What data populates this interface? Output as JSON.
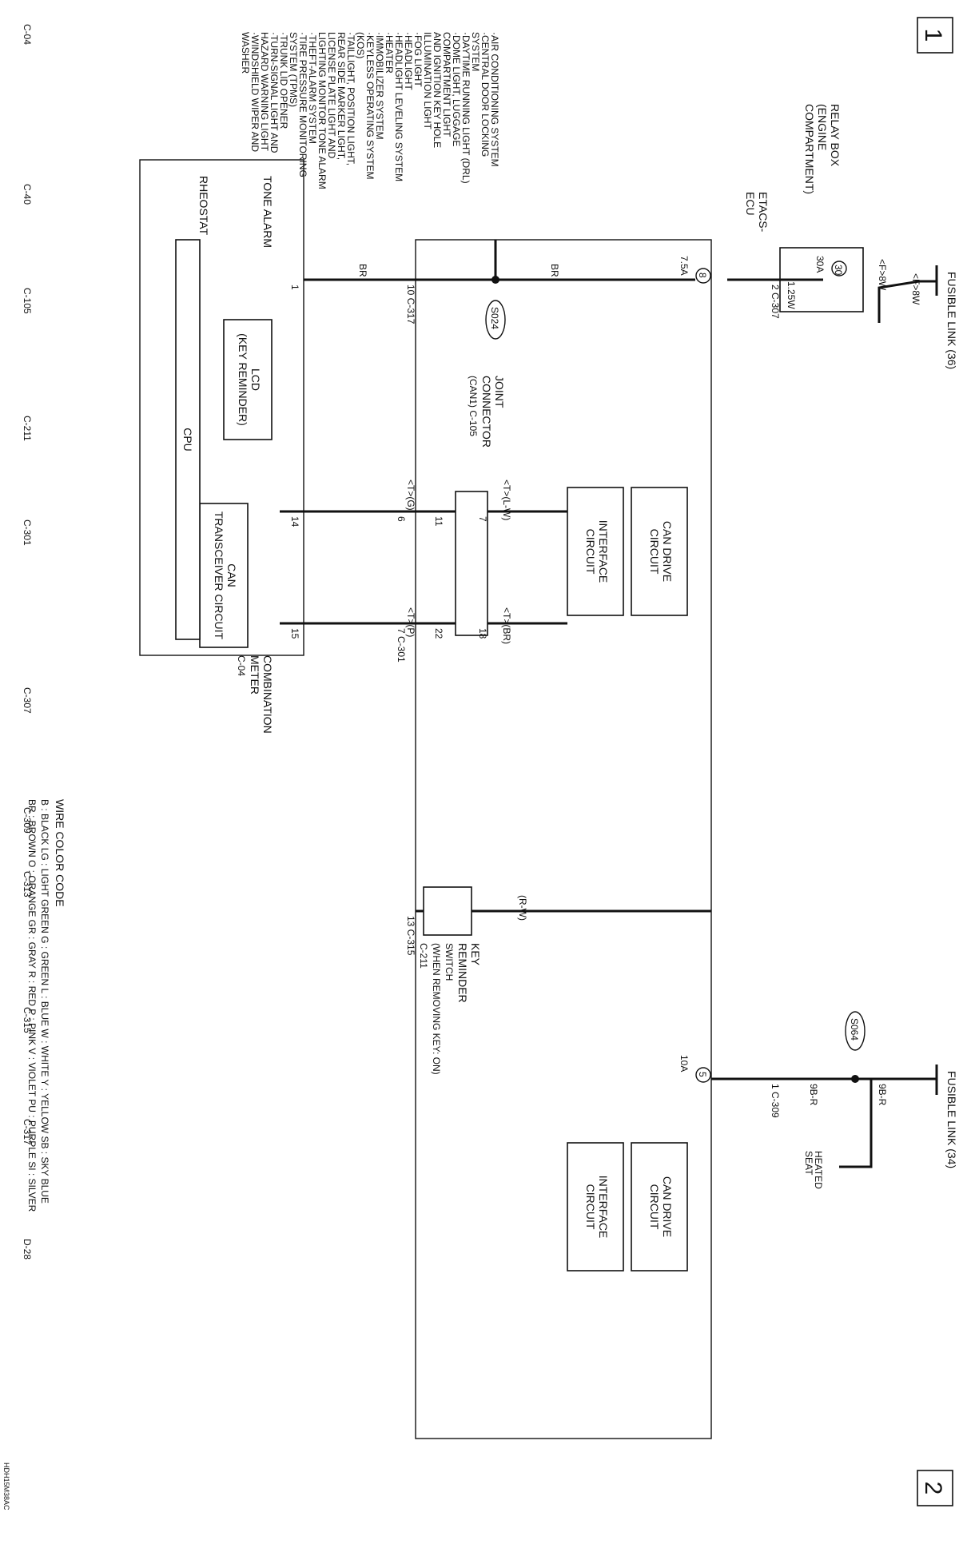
{
  "page_markers": [
    "1",
    "2"
  ],
  "drawing_id": "HDH15M38AC",
  "top_section": {
    "fusible_link_36": "FUSIBLE LINK (36)",
    "wire_f8w_a": "<F>8W",
    "wire_f8w_b": "<F>8W",
    "relay_box": "RELAY BOX",
    "relay_box_sub1": "(ENGINE",
    "relay_box_sub2": "COMPARTMENT)",
    "fuse_30_num": "30",
    "fuse_30_rating": "30A",
    "wire_125w": "1.25W",
    "c307_pin": "2 C-307"
  },
  "ecu": {
    "label_line1": "ETACS-",
    "label_line2": "ECU",
    "fuse_8_num": "8",
    "fuse_8_rating": "7.5A",
    "fuse_5_num": "5",
    "fuse_5_rating": "10A",
    "c317_pin_10": "10 C-317",
    "can_drive": "CAN DRIVE",
    "circuit": "CIRCUIT",
    "interface": "INTERFACE",
    "wire_br": "BR",
    "splice_s024": "S024"
  },
  "can_left": {
    "wire_lw": "<T>(L-W)",
    "wire_br": "<T>(BR)",
    "wire_g": "<T>(G)",
    "wire_p": "<T>(P)",
    "c301_pin_6": "6",
    "c301_pin_7": "7 C-301",
    "joint_connector": "JOINT",
    "joint_connector_2": "CONNECTOR",
    "joint_connector_code": "(CAN1) C-105",
    "pin_11": "11",
    "pin_22": "22",
    "pin_7": "7",
    "pin_18": "18"
  },
  "meter": {
    "label_1": "COMBINATION",
    "label_2": "METER",
    "code": "C-04",
    "pin_1": "1",
    "pin_14": "14",
    "pin_15": "15",
    "can_transceiver": "CAN",
    "transceiver_circuit": "TRANSCEIVER CIRCUIT",
    "cpu": "CPU",
    "lcd": "LCD",
    "key_reminder": "(KEY REMINDER)",
    "tone_alarm": "TONE ALARM",
    "rheostat": "RHEOSTAT"
  },
  "systems": [
    "·AIR CONDITIONING SYSTEM",
    "·CENTRAL DOOR LOCKING",
    " SYSTEM",
    "·DAYTIME RUNNING LIGHT (DRL)",
    "·DOME LIGHT, LUGGAGE",
    " COMPARTMENT LIGHT",
    " AND IGNITION KEY HOLE",
    " ILLUMINATION LIGHT",
    "·FOG LIGHT",
    "·HEADLIGHT",
    "·HEADLIGHT LEVELING SYSTEM",
    "·HEATER",
    "·IMMOBILIZER SYSTEM",
    "·KEYLESS OPERATING SYSTEM",
    " (KOS)",
    "·TAILLIGHT, POSITION LIGHT,",
    " REAR SIDE MARKER LIGHT,",
    " LICENSE PLATE LIGHT AND",
    " LIGHTING MONITOR TONE ALARM",
    "·THEFT-ALARM SYSTEM",
    "·TIRE PRESSURE MONITORING",
    " SYSTEM (TPMS)",
    "·TRUNK LID OPENER",
    "·TURN-SIGNAL LIGHT AND",
    " HAZARD WARNING LIGHT",
    "·WINDSHIELD WIPER AND",
    " WASHER"
  ],
  "right_section": {
    "fusible_link_34": "FUSIBLE LINK (34)",
    "wire_9br": "9B-R",
    "splice_s064": "S064",
    "heated_seat": "HEATED",
    "seat": "SEAT",
    "c309_pin_1": "1 C-309",
    "c315_pin_13": "13 C-315",
    "wire_rw": "(R-W)",
    "key_reminder_1": "KEY",
    "key_reminder_2": "REMINDER",
    "key_reminder_3": "SWITCH",
    "key_reminder_4": "(WHEN REMOVING KEY: ON)",
    "key_reminder_code": "C-211"
  },
  "legend": {
    "title": "WIRE COLOR CODE",
    "row_1": "B : BLACK   LG : LIGHT GREEN   G : GREEN   L : BLUE   W : WHITE   Y : YELLOW   SB : SKY BLUE",
    "row_2": "BR : BROWN   O : ORANGE   GR : GRAY   R : RED   P : PINK   V : VIOLET   PU : PURPLE   SI : SILVER"
  },
  "connectors": [
    "C-04",
    "C-40",
    "C-105",
    "C-211",
    "C-301",
    "C-307",
    "C-309",
    "C-313",
    "C-315",
    "C-317",
    "D-28"
  ]
}
